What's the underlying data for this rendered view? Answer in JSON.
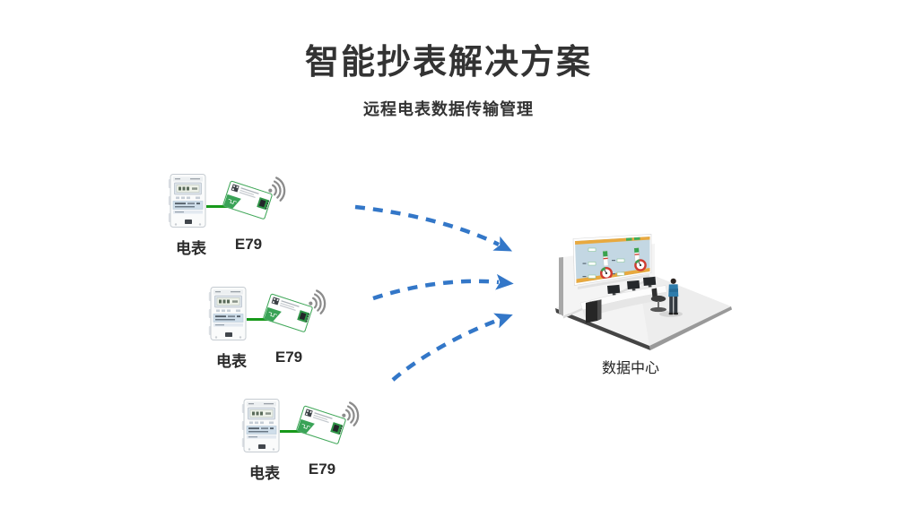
{
  "page": {
    "background_color": "#ffffff"
  },
  "header": {
    "title": "智能抄表解决方案",
    "subtitle": "远程电表数据传输管理"
  },
  "nodes": [
    {
      "meter_label": "电表",
      "module_label": "E79"
    },
    {
      "meter_label": "电表",
      "module_label": "E79"
    },
    {
      "meter_label": "电表",
      "module_label": "E79"
    }
  ],
  "data_center": {
    "label": "数据中心"
  },
  "icons": {
    "meter": "electric-meter-icon",
    "module": "e79-module-icon",
    "wifi": "wifi-signal-icon",
    "arrow": "dashed-flow-arrow",
    "data_center": "control-room-illustration"
  },
  "colors": {
    "arrow_blue": "#3377c8",
    "wire_green": "#17991a",
    "pcb_green": "#3aa357",
    "text_dark": "#333333",
    "screen_blue": "#c3d7e3",
    "screen_accent_orange": "#e8a93f"
  }
}
